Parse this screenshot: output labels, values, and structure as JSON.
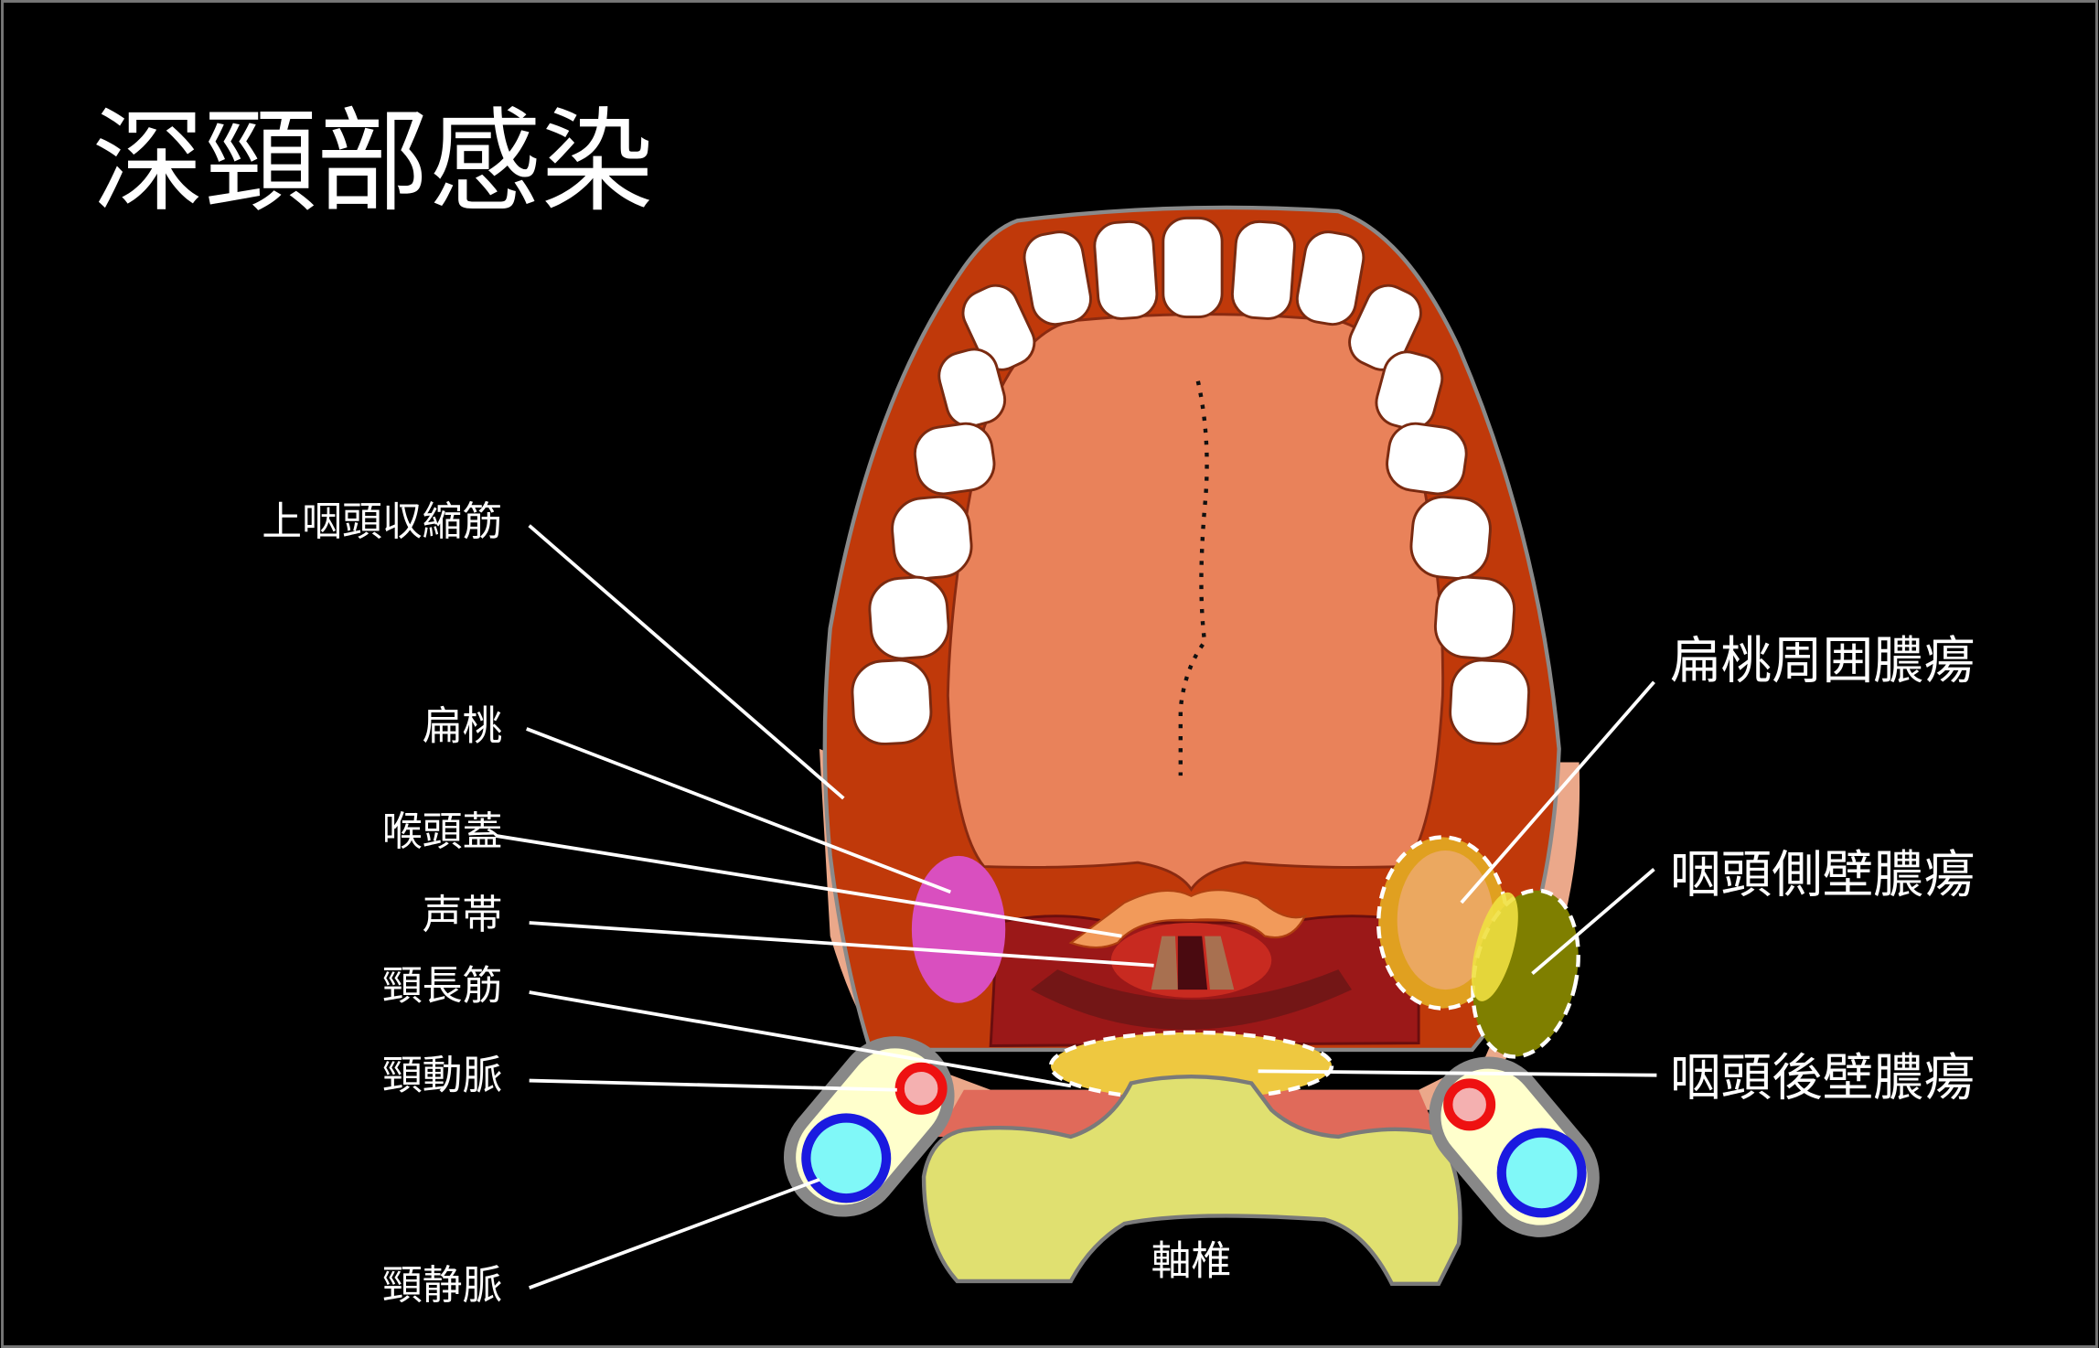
{
  "title": "深頸部感染",
  "labels_left": {
    "superior_constrictor": "上咽頭収縮筋",
    "tonsil": "扁桃",
    "epiglottis": "喉頭蓋",
    "vocal_cords": "声帯",
    "longus_colli": "頸長筋",
    "carotid_artery": "頸動脈",
    "jugular_vein": "頸静脈"
  },
  "labels_right": {
    "peritonsillar_abscess": "扁桃周囲膿瘍",
    "parapharyngeal_abscess": "咽頭側壁膿瘍",
    "retropharyngeal_abscess": "咽頭後壁膿瘍"
  },
  "axis_label": "軸椎",
  "colors": {
    "background": "#000000",
    "mouth": "#C0390A",
    "tongue": "#E9825A",
    "skin": "#EBA88A",
    "throat": "#9B1818",
    "tonsil": "#D94FBF",
    "peritonsillar": "#E0A020",
    "parapharyngeal": "#7F7F00",
    "retropharyngeal": "#EEC840",
    "vertebra": "#E0E070",
    "artery": "#EE1111",
    "vein": "#1A1AE0"
  }
}
